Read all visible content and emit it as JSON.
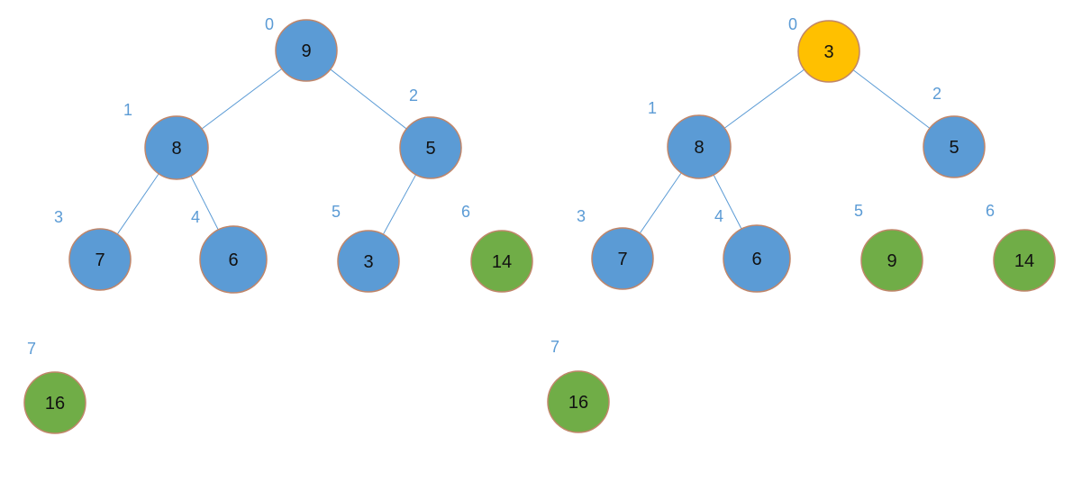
{
  "colors": {
    "blue": "#5b9bd5",
    "green": "#70ad47",
    "orange": "#ffc000",
    "edge": "#5b9bd5",
    "index_label": "#5b9bd5",
    "node_border": "#c0866a"
  },
  "trees": [
    {
      "name": "left-heap",
      "nodes": [
        {
          "index": "0",
          "value": "9",
          "color": "blue"
        },
        {
          "index": "1",
          "value": "8",
          "color": "blue"
        },
        {
          "index": "2",
          "value": "5",
          "color": "blue"
        },
        {
          "index": "3",
          "value": "7",
          "color": "blue"
        },
        {
          "index": "4",
          "value": "6",
          "color": "blue"
        },
        {
          "index": "5",
          "value": "3",
          "color": "blue"
        },
        {
          "index": "6",
          "value": "14",
          "color": "green"
        },
        {
          "index": "7",
          "value": "16",
          "color": "green"
        }
      ],
      "edges": [
        [
          0,
          1
        ],
        [
          0,
          2
        ],
        [
          1,
          3
        ],
        [
          1,
          4
        ],
        [
          2,
          5
        ]
      ]
    },
    {
      "name": "right-heap",
      "nodes": [
        {
          "index": "0",
          "value": "3",
          "color": "orange"
        },
        {
          "index": "1",
          "value": "8",
          "color": "blue"
        },
        {
          "index": "2",
          "value": "5",
          "color": "blue"
        },
        {
          "index": "3",
          "value": "7",
          "color": "blue"
        },
        {
          "index": "4",
          "value": "6",
          "color": "blue"
        },
        {
          "index": "5",
          "value": "9",
          "color": "green"
        },
        {
          "index": "6",
          "value": "14",
          "color": "green"
        },
        {
          "index": "7",
          "value": "16",
          "color": "green"
        }
      ],
      "edges": [
        [
          0,
          1
        ],
        [
          0,
          2
        ],
        [
          1,
          3
        ],
        [
          1,
          4
        ]
      ]
    }
  ]
}
